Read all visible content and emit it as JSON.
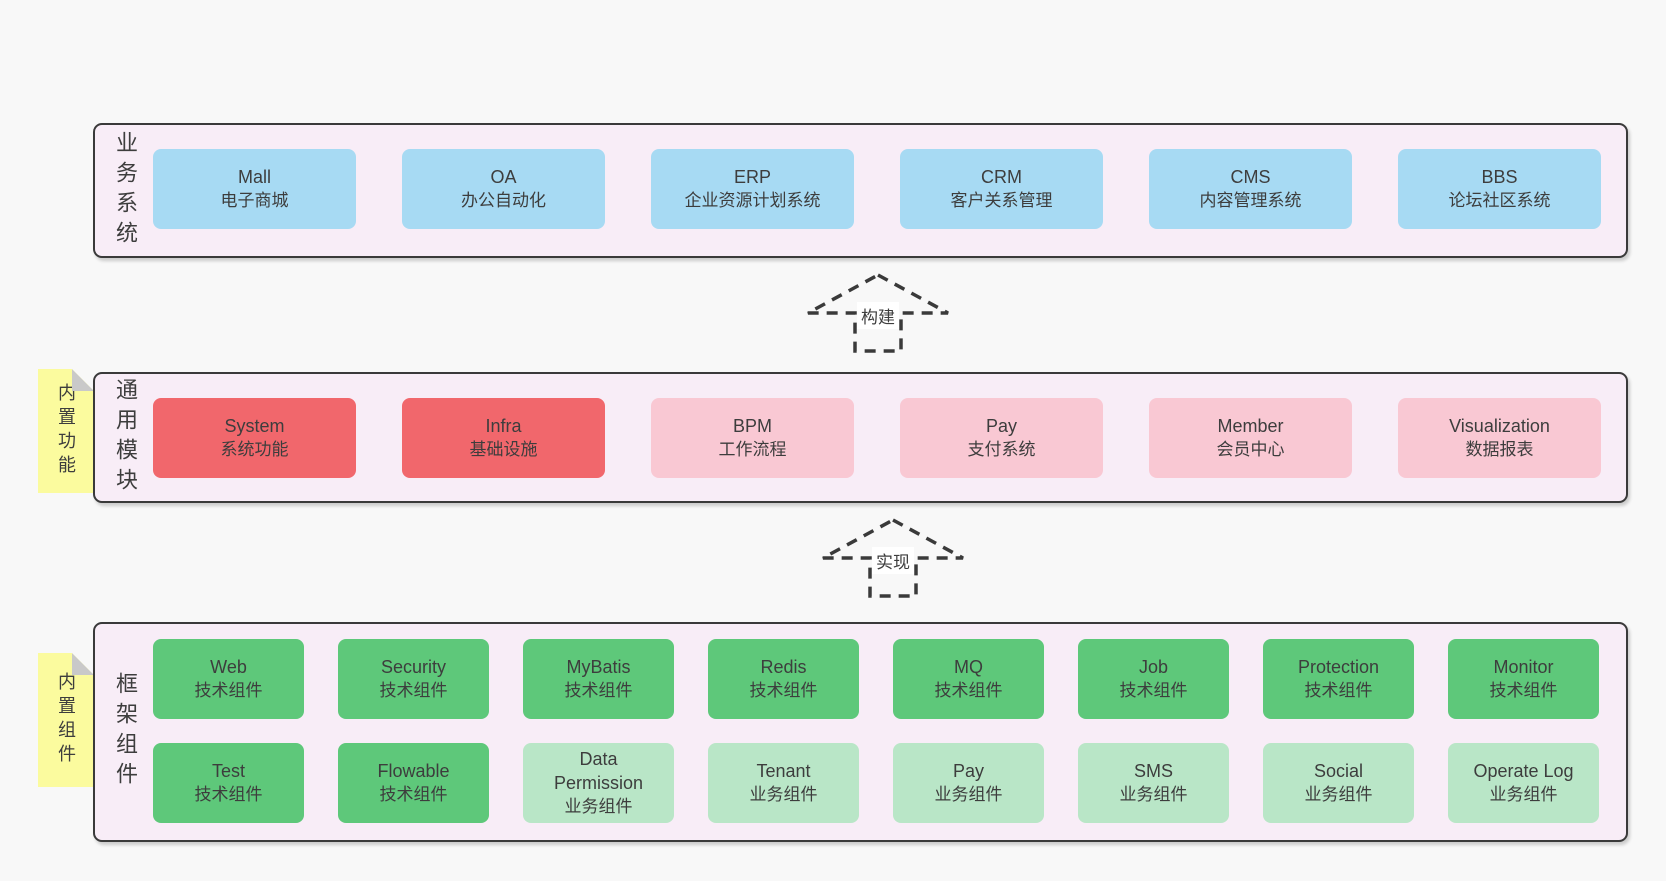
{
  "colors": {
    "c-bg": "#f8f8f8",
    "c-layer": "#f8edf7",
    "c-outline": "#3a3a3a",
    "c-text": "#3d3d3d",
    "c-blue": "#a7daf3",
    "c-red": "#f1676c",
    "c-pink": "#f9c8d3",
    "c-green": "#5ec87a",
    "c-greenlight": "#b9e6c7",
    "c-note": "#fbfb9e",
    "c-fold": "#c9c9c9"
  },
  "arrows": [
    {
      "label": "构建"
    },
    {
      "label": "实现"
    }
  ],
  "layers": [
    {
      "label": "业务系统",
      "rows": [
        [
          {
            "name": "Mall",
            "desc": "电子商城"
          },
          {
            "name": "OA",
            "desc": "办公自动化"
          },
          {
            "name": "ERP",
            "desc": "企业资源计划系统"
          },
          {
            "name": "CRM",
            "desc": "客户关系管理"
          },
          {
            "name": "CMS",
            "desc": "内容管理系统"
          },
          {
            "name": "BBS",
            "desc": "论坛社区系统"
          }
        ]
      ]
    },
    {
      "label": "通用模块",
      "note": "内置功能",
      "rows": [
        [
          {
            "name": "System",
            "desc": "系统功能"
          },
          {
            "name": "Infra",
            "desc": "基础设施"
          },
          {
            "name": "BPM",
            "desc": "工作流程"
          },
          {
            "name": "Pay",
            "desc": "支付系统"
          },
          {
            "name": "Member",
            "desc": "会员中心"
          },
          {
            "name": "Visualization",
            "desc": "数据报表"
          }
        ]
      ]
    },
    {
      "label": "框架组件",
      "note": "内置组件",
      "rows": [
        [
          {
            "name": "Web",
            "desc": "技术组件"
          },
          {
            "name": "Security",
            "desc": "技术组件"
          },
          {
            "name": "MyBatis",
            "desc": "技术组件"
          },
          {
            "name": "Redis",
            "desc": "技术组件"
          },
          {
            "name": "MQ",
            "desc": "技术组件"
          },
          {
            "name": "Job",
            "desc": "技术组件"
          },
          {
            "name": "Protection",
            "desc": "技术组件"
          },
          {
            "name": "Monitor",
            "desc": "技术组件"
          }
        ],
        [
          {
            "name": "Test",
            "desc": "技术组件"
          },
          {
            "name": "Flowable",
            "desc": "技术组件"
          },
          {
            "name": "Data Permission",
            "desc": "业务组件"
          },
          {
            "name": "Tenant",
            "desc": "业务组件"
          },
          {
            "name": "Pay",
            "desc": "业务组件"
          },
          {
            "name": "SMS",
            "desc": "业务组件"
          },
          {
            "name": "Social",
            "desc": "业务组件"
          },
          {
            "name": "Operate Log",
            "desc": "业务组件"
          }
        ]
      ]
    }
  ]
}
